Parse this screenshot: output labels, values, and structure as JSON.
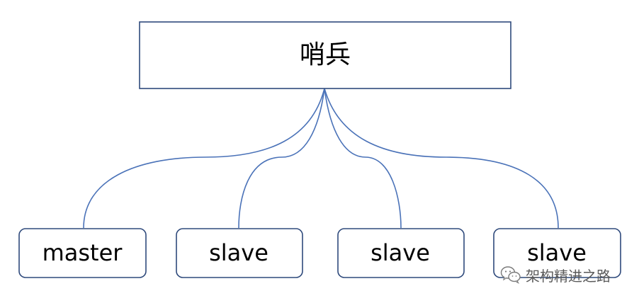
{
  "diagram": {
    "root": {
      "label": "哨兵"
    },
    "children": [
      {
        "label": "master"
      },
      {
        "label": "slave"
      },
      {
        "label": "slave"
      },
      {
        "label": "slave"
      }
    ],
    "colors": {
      "border": "#2f4a7c",
      "connector": "#4a72b8",
      "text": "#000000"
    }
  },
  "watermark": {
    "text": "架构精进之路",
    "icon": "wechat-logo-icon"
  }
}
